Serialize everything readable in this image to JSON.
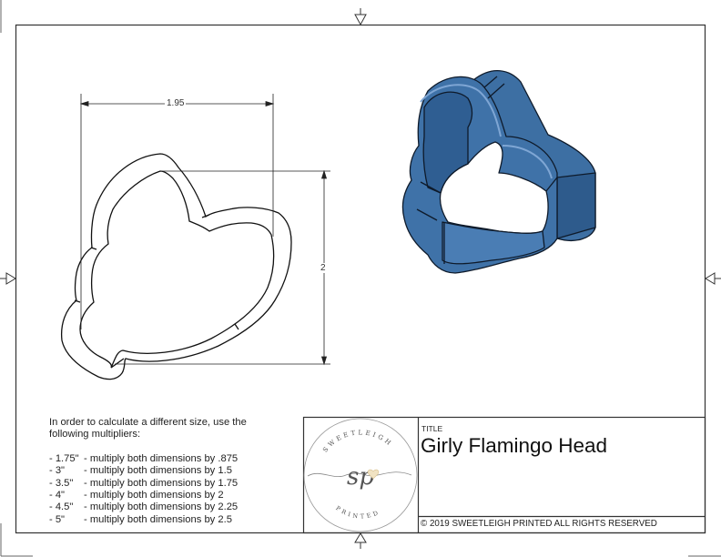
{
  "drawing": {
    "title_label": "TITLE",
    "title": "Girly Flamingo Head",
    "copyright": "© 2019  SWEETLEIGH PRINTED  ALL RIGHTS RESERVED",
    "dimensions": {
      "width": "1.95",
      "height": "2"
    },
    "model_color": "#3e6fa3",
    "frame_color": "#333333"
  },
  "logo": {
    "monogram": "sp",
    "top_text": "SWEETLEIGH",
    "bottom_text": "PRINTED",
    "heart_color": "#e8d4a8"
  },
  "notes": {
    "intro": "In order to calculate a different size, use the following multipliers:",
    "multipliers": [
      {
        "size": "- 1.75\"",
        "text": "- multiply both dimensions by .875"
      },
      {
        "size": "- 3\"",
        "text": "- multiply both dimensions by 1.5"
      },
      {
        "size": "- 3.5\"",
        "text": "- multiply both dimensions by 1.75"
      },
      {
        "size": "- 4\"",
        "text": "- multiply both dimensions by 2"
      },
      {
        "size": "- 4.5\"",
        "text": "- multiply both dimensions by 2.25"
      },
      {
        "size": "- 5\"",
        "text": "- multiply both dimensions by 2.5"
      }
    ]
  }
}
